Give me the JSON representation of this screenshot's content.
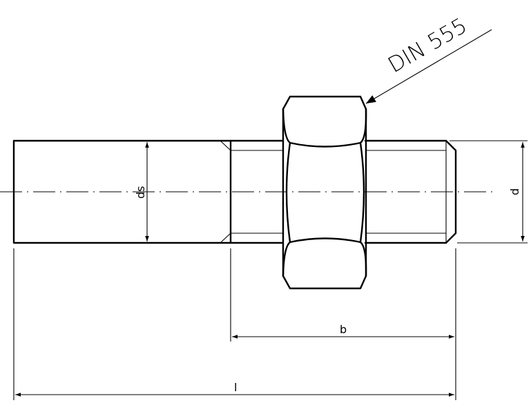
{
  "drawing": {
    "callout": "DIN 555",
    "labels": {
      "ds": "ds",
      "d": "d",
      "b": "b",
      "l": "l"
    }
  }
}
